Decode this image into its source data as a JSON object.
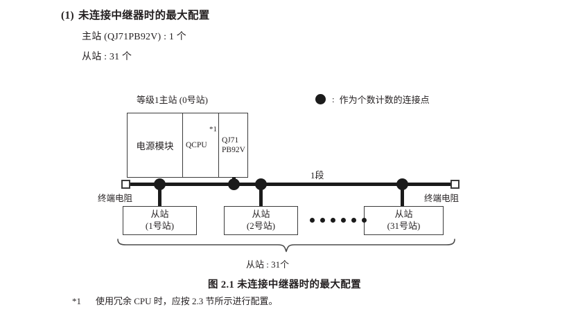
{
  "heading": {
    "number": "(1)",
    "title": "未连接中继器时的最大配置",
    "line1": "主站 (QJ71PB92V) : 1 个",
    "line2": "从站 : 31 个"
  },
  "legend": {
    "marker": "filled-circle",
    "colon": ":",
    "text": "作为个数计数的连接点"
  },
  "diagram": {
    "master": {
      "label": "等级1主站 (0号站)",
      "modules": [
        {
          "name": "电源模块"
        },
        {
          "name": "QCPU",
          "note": "*1"
        },
        {
          "name": "QJ71\nPB92V",
          "line1": "QJ71",
          "line2": "PB92V"
        }
      ]
    },
    "bus": {
      "segment_label": "1段",
      "terminator_left": "终端电阻",
      "terminator_right": "终端电阻",
      "node_count": 4
    },
    "slaves": [
      {
        "title": "从站",
        "station": "(1号站)"
      },
      {
        "title": "从站",
        "station": "(2号站)"
      },
      {
        "title": "从站",
        "station": "(31号站)"
      }
    ],
    "ellipsis_dots": 6,
    "brace_label": "从站 : 31个"
  },
  "caption": "图 2.1  未连接中继器时的最大配置",
  "footnote": {
    "mark": "*1",
    "text": "使用冗余 CPU 时，应按 2.3 节所示进行配置。"
  },
  "colors": {
    "ink": "#231f20",
    "line": "#3a3a3a",
    "node": "#1b1b1b",
    "page": "#ffffff"
  }
}
